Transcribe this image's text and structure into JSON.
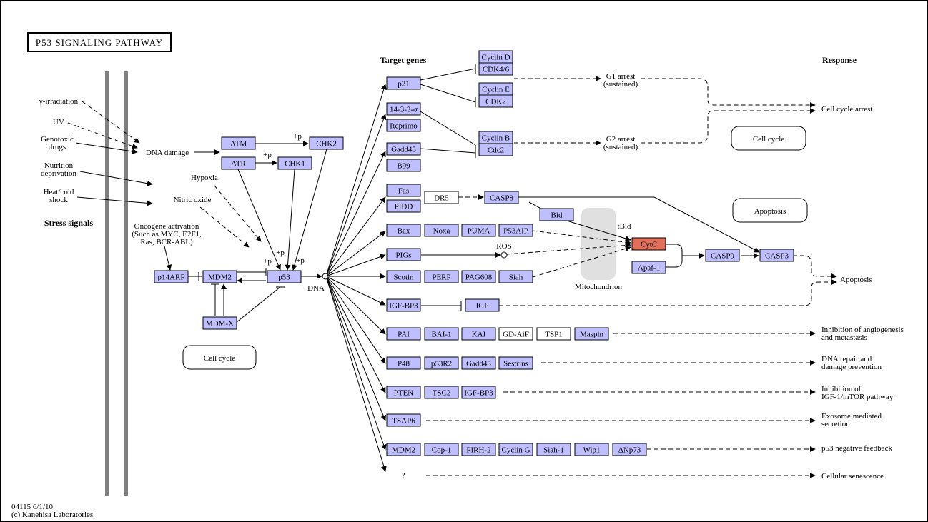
{
  "title": "P53 SIGNALING PATHWAY",
  "footer": {
    "id_date": "04115 6/1/10",
    "copyright": "(c) Kanehisa Laboratories"
  },
  "headers": {
    "target_genes": "Target genes",
    "response": "Response",
    "stress_signals": "Stress signals"
  },
  "colors": {
    "gene_box": "#bfbfff",
    "highlight": "#e0705c",
    "membrane": "#808080",
    "mito": "#e0e0e0"
  },
  "stress": {
    "gamma": "γ-irradiation",
    "uv": "UV",
    "genotoxic1": "Genotoxic",
    "genotoxic2": "drugs",
    "nutrition1": "Nutrition",
    "nutrition2": "deprivation",
    "heat1": "Heat/cold",
    "heat2": "shock"
  },
  "signals": {
    "dna_damage": "DNA damage",
    "hypoxia": "Hypoxia",
    "nitric_oxide": "Nitric oxide",
    "onco1": "Oncogene activation",
    "onco2": "(Such as MYC, E2F1,",
    "onco3": "Ras, BCR-ABL)",
    "dna": "DNA",
    "ros": "ROS",
    "mitochondrion": "Mitochondrion",
    "tbid": "tBid",
    "unknown": "?"
  },
  "genes": {
    "atm": "ATM",
    "atr": "ATR",
    "chk2": "CHK2",
    "chk1": "CHK1",
    "p14arf": "p14ARF",
    "mdm2": "MDM2",
    "p53": "p53",
    "mdmx": "MDM-X",
    "p21": "p21",
    "cyclind": "Cyclin D",
    "cdk46": "CDK4/6",
    "cycline": "Cyclin E",
    "cdk2": "CDK2",
    "s1433": "14-3-3-σ",
    "reprimo": "Reprimo",
    "cyclinb": "Cyclin B",
    "cdc2": "Cdc2",
    "gadd45": "Gadd45",
    "b99": "B99",
    "fas": "Fas",
    "pidd": "PIDD",
    "dr5": "DR5",
    "casp8": "CASP8",
    "bid": "Bid",
    "bax": "Bax",
    "noxa": "Noxa",
    "puma": "PUMA",
    "p53aip": "P53AIP",
    "cytc": "CytC",
    "apaf1": "Apaf-1",
    "casp9": "CASP9",
    "casp3": "CASP3",
    "pigs": "PIGs",
    "scotin": "Scotin",
    "perp": "PERP",
    "pag608": "PAG608",
    "siah": "Siah",
    "igfbp3": "IGF-BP3",
    "igf": "IGF",
    "pai": "PAI",
    "bai1": "BAI-1",
    "kai": "KAI",
    "gdaif": "GD-AiF",
    "tsp1": "TSP1",
    "maspin": "Maspin",
    "p48": "P48",
    "p53r2": "p53R2",
    "gadd45b": "Gadd45",
    "sestrins": "Sestrins",
    "pten": "PTEN",
    "tsc2": "TSC2",
    "igfbp3b": "IGF-BP3",
    "tsap6": "TSAP6",
    "mdm2b": "MDM2",
    "cop1": "Cop-1",
    "pirh2": "PIRH-2",
    "cyclinG": "Cyclin G",
    "siah1": "Siah-1",
    "wip1": "Wip1",
    "dnp73": "ΔNp73"
  },
  "phospho": "+p",
  "responses": {
    "g1a": "G1 arrest",
    "g1b": "(sustained)",
    "g2a": "G2 arrest",
    "g2b": "(sustained)",
    "cell_cycle_arrest": "Cell cycle arrest",
    "apoptosis": "Apoptosis",
    "angio1": "Inhibition of angiogenesis",
    "angio2": "and metastasis",
    "dna1": "DNA repair and",
    "dna2": "damage prevention",
    "igf1": "Inhibition of",
    "igf2": "IGF-1/mTOR pathway",
    "exo1": "Exosome mediated",
    "exo2": "secretion",
    "feedback": "p53 negative feedback",
    "senescence": "Cellular senescence"
  },
  "maps": {
    "cell_cycle_left": "Cell cycle",
    "cell_cycle_right": "Cell cycle",
    "apoptosis": "Apoptosis"
  }
}
